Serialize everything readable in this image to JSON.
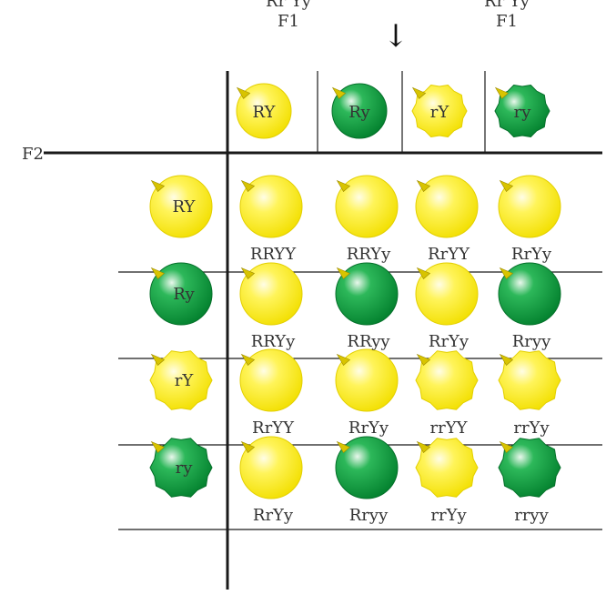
{
  "parents": {
    "left": {
      "genotype": "Rr Yy",
      "generation": "F1"
    },
    "right": {
      "genotype": "Rr Yy",
      "generation": "F1"
    },
    "arrow": "↓"
  },
  "f2_label": "F2",
  "gametes": [
    {
      "label": "RY",
      "color": "yellow",
      "shape": "round"
    },
    {
      "label": "Ry",
      "color": "green",
      "shape": "round"
    },
    {
      "label": "rY",
      "color": "yellow",
      "shape": "wrinkled"
    },
    {
      "label": "ry",
      "color": "green",
      "shape": "wrinkled"
    }
  ],
  "offspring": [
    [
      {
        "genotype": "RRYY",
        "color": "yellow",
        "shape": "round"
      },
      {
        "genotype": "RRYy",
        "color": "yellow",
        "shape": "round"
      },
      {
        "genotype": "RrYY",
        "color": "yellow",
        "shape": "round"
      },
      {
        "genotype": "RrYy",
        "color": "yellow",
        "shape": "round"
      }
    ],
    [
      {
        "genotype": "RRYy",
        "color": "yellow",
        "shape": "round"
      },
      {
        "genotype": "RRyy",
        "color": "green",
        "shape": "round"
      },
      {
        "genotype": "RrYy",
        "color": "yellow",
        "shape": "round"
      },
      {
        "genotype": "Rryy",
        "color": "green",
        "shape": "round"
      }
    ],
    [
      {
        "genotype": "RrYY",
        "color": "yellow",
        "shape": "round"
      },
      {
        "genotype": "RrYy",
        "color": "yellow",
        "shape": "round"
      },
      {
        "genotype": "rrYY",
        "color": "yellow",
        "shape": "wrinkled"
      },
      {
        "genotype": "rrYy",
        "color": "yellow",
        "shape": "wrinkled"
      }
    ],
    [
      {
        "genotype": "RrYy",
        "color": "yellow",
        "shape": "round"
      },
      {
        "genotype": "Rryy",
        "color": "green",
        "shape": "round"
      },
      {
        "genotype": "rrYy",
        "color": "yellow",
        "shape": "wrinkled"
      },
      {
        "genotype": "rryy",
        "color": "green",
        "shape": "wrinkled"
      }
    ]
  ],
  "colors": {
    "yellow": "#fff200",
    "yellow_dark": "#e3cf00",
    "green": "#0a9a3c",
    "green_dark": "#05702a",
    "line": "#1a1a1a",
    "text": "#333333"
  }
}
